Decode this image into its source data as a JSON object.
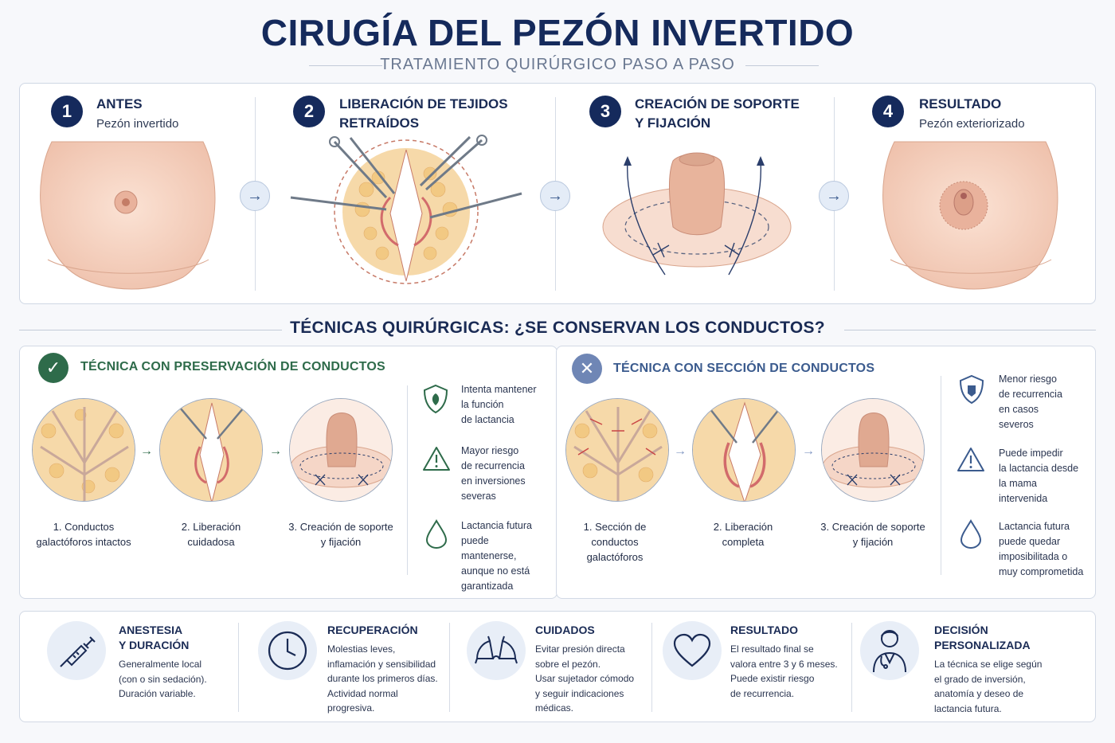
{
  "header": {
    "title": "CIRUGÍA DEL PEZÓN INVERTIDO",
    "subtitle": "TRATAMIENTO QUIRÚRGICO PASO A PASO"
  },
  "steps": [
    {
      "num": "1",
      "title": "ANTES",
      "title2": "",
      "sub": "Pezón invertido"
    },
    {
      "num": "2",
      "title": "LIBERACIÓN DE TEJIDOS",
      "title2": "RETRAÍDOS",
      "sub": ""
    },
    {
      "num": "3",
      "title": "CREACIÓN DE SOPORTE",
      "title2": "Y FIJACIÓN",
      "sub": ""
    },
    {
      "num": "4",
      "title": "RESULTADO",
      "title2": "",
      "sub": "Pezón exteriorizado"
    }
  ],
  "section": {
    "title": "TÉCNICAS QUIRÚRGICAS: ¿SE CONSERVAN LOS CONDUCTOS?"
  },
  "technique_preserve": {
    "title": "TÉCNICA CON PRESERVACIÓN DE CONDUCTOS",
    "color": "#2e6b4a",
    "captions": [
      {
        "l1": "1. Conductos",
        "l2": "galactóforos intactos",
        "l3": ""
      },
      {
        "l1": "2. Liberación",
        "l2": "cuidadosa",
        "l3": ""
      },
      {
        "l1": "3. Creación de soporte",
        "l2": "y fijación",
        "l3": ""
      }
    ],
    "notes": [
      {
        "icon": "shield-leaf-icon",
        "lines": [
          "Intenta mantener",
          "la función",
          "de lactancia"
        ]
      },
      {
        "icon": "warning-icon",
        "lines": [
          "Mayor riesgo",
          "de recurrencia",
          "en inversiones",
          "severas"
        ]
      },
      {
        "icon": "drop-icon",
        "lines": [
          "Lactancia futura",
          "puede",
          "mantenerse,",
          "aunque no está",
          "garantizada"
        ]
      }
    ]
  },
  "technique_section": {
    "title": "TÉCNICA CON SECCIÓN DE CONDUCTOS",
    "color": "#3b5b8e",
    "captions": [
      {
        "l1": "1. Sección de",
        "l2": "conductos",
        "l3": "galactóforos"
      },
      {
        "l1": "2. Liberación",
        "l2": "completa",
        "l3": ""
      },
      {
        "l1": "3. Creación de soporte",
        "l2": "y fijación",
        "l3": ""
      }
    ],
    "notes": [
      {
        "icon": "shield-icon",
        "lines": [
          "Menor riesgo",
          "de recurrencia",
          "en casos",
          "severos"
        ]
      },
      {
        "icon": "warning-icon",
        "lines": [
          "Puede impedir",
          "la lactancia desde",
          "la mama",
          "intervenida"
        ]
      },
      {
        "icon": "drop-icon",
        "lines": [
          "Lactancia futura",
          "puede quedar",
          "imposibilitada o",
          "muy comprometida"
        ]
      }
    ]
  },
  "info": [
    {
      "icon": "syringe-icon",
      "title": [
        "ANESTESIA",
        "Y DURACIÓN"
      ],
      "text": [
        "Generalmente local",
        "(con o sin sedación).",
        "Duración variable."
      ]
    },
    {
      "icon": "clock-icon",
      "title": [
        "RECUPERACIÓN"
      ],
      "text": [
        "Molestias leves,",
        "inflamación y sensibilidad",
        "durante los primeros días.",
        "Actividad normal",
        "progresiva."
      ]
    },
    {
      "icon": "bra-icon",
      "title": [
        "CUIDADOS"
      ],
      "text": [
        "Evitar presión directa",
        "sobre el pezón.",
        "Usar sujetador cómodo",
        "y seguir indicaciones",
        "médicas."
      ]
    },
    {
      "icon": "heart-icon",
      "title": [
        "RESULTADO"
      ],
      "text": [
        "El resultado final se",
        "valora entre 3 y 6 meses.",
        "Puede existir riesgo",
        "de recurrencia."
      ]
    },
    {
      "icon": "doctor-icon",
      "title": [
        "DECISIÓN",
        "PERSONALIZADA"
      ],
      "text": [
        "La técnica se elige según",
        "el grado de inversión,",
        "anatomía y deseo de",
        "lactancia futura."
      ]
    }
  ]
}
